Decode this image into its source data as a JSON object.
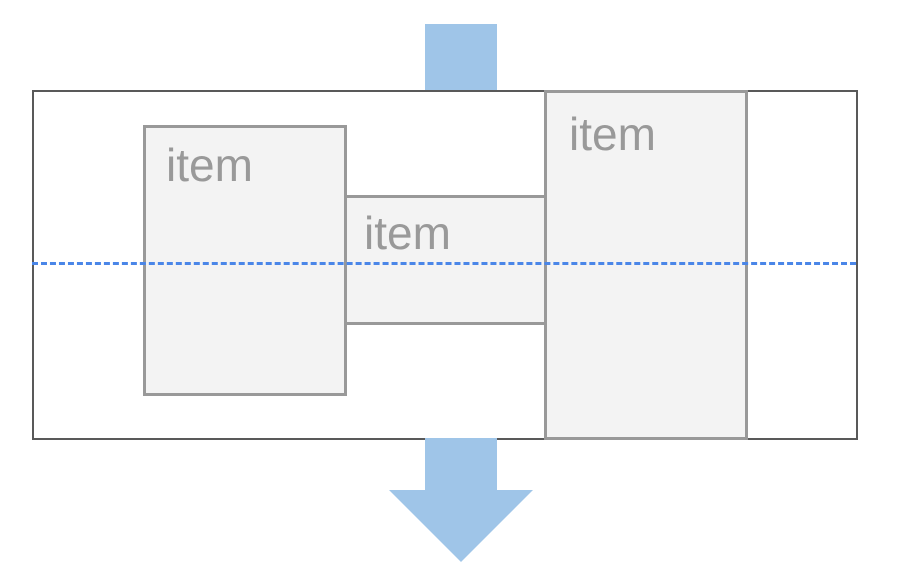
{
  "items": [
    {
      "label": "item"
    },
    {
      "label": "item"
    },
    {
      "label": "item"
    }
  ],
  "colors": {
    "container_border": "#595959",
    "item_fill": "#f3f3f3",
    "item_border": "#999999",
    "label": "#999999",
    "baseline": "#4a86e8",
    "arrow": "#9fc5e8"
  },
  "icons": {
    "top_arrow": "arrow-stem-icon",
    "bottom_arrow": "arrow-down-icon"
  }
}
